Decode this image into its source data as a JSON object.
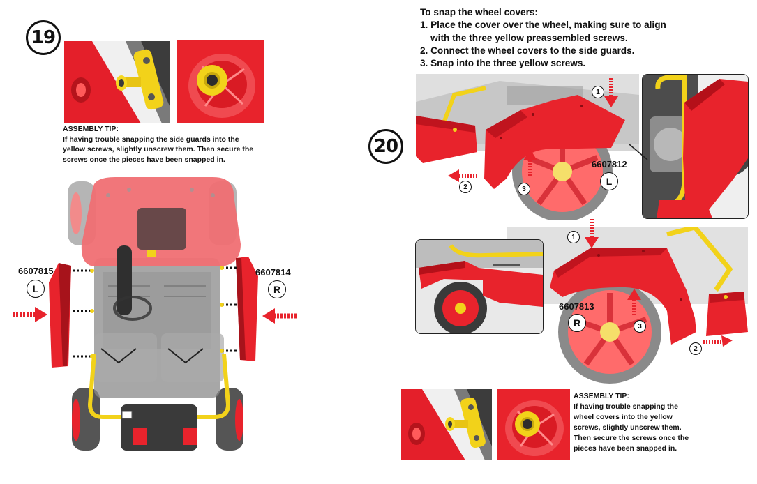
{
  "step19": {
    "number": "19",
    "tip_heading": "ASSEMBLY TIP:",
    "tip_lines": [
      "If having trouble snapping the side guards into the",
      "yellow screws, slightly unscrew them. Then secure the",
      "screws once the pieces have been snapped in."
    ],
    "left_part_number": "6607815",
    "left_side": "L",
    "right_part_number": "6607814",
    "right_side": "R"
  },
  "step20": {
    "number": "20",
    "instructions": [
      "To snap the wheel covers:",
      "1. Place the cover over the wheel, making sure to align",
      "    with the three yellow preassembled screws.",
      "2. Connect the wheel covers to the side guards.",
      "3. Snap into the three yellow screws."
    ],
    "top_part_number": "6607812",
    "top_side": "L",
    "bottom_part_number": "6607813",
    "bottom_side": "R",
    "callouts": [
      "1",
      "2",
      "3"
    ],
    "tip_heading": "ASSEMBLY TIP:",
    "tip_lines": [
      "If having trouble snapping the",
      "wheel covers into the yellow",
      "screws, slightly unscrew them.",
      "Then secure the screws once the",
      "pieces have been snapped in."
    ]
  },
  "colors": {
    "red": "#e8212b",
    "yellow": "#f1d21a",
    "gray": "#b9b9b9",
    "dark": "#3a3a3a"
  }
}
